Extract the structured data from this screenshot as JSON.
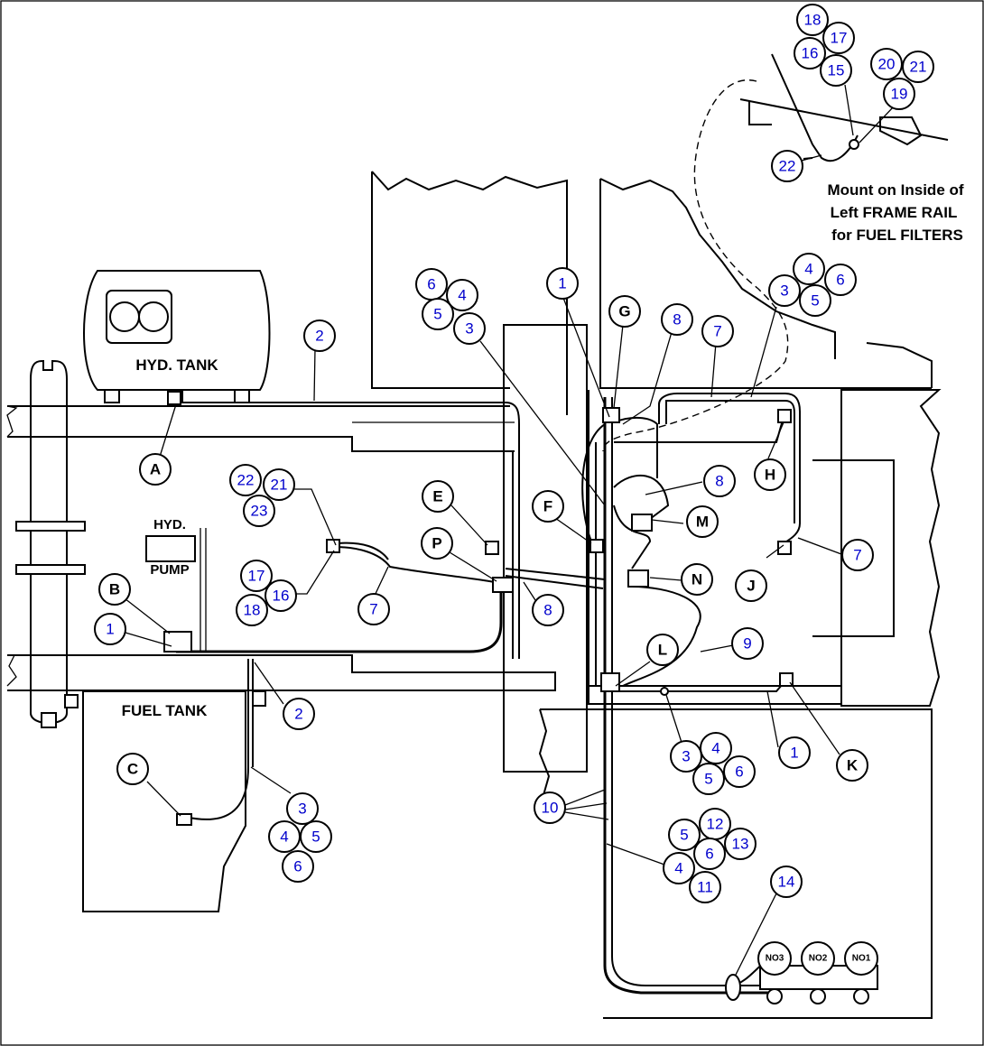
{
  "labels": {
    "hyd_tank": "HYD. TANK",
    "hyd": "HYD.",
    "pump": "PUMP",
    "fuel_tank": "FUEL TANK",
    "filter_no3": "NO3",
    "filter_no2": "NO2",
    "filter_no1": "NO1"
  },
  "note": {
    "line1": "Mount on Inside of",
    "line2": "Left FRAME RAIL",
    "line3": "for FUEL FILTERS"
  },
  "letter_callouts": [
    "A",
    "B",
    "C",
    "E",
    "P",
    "F",
    "G",
    "H",
    "M",
    "N",
    "J",
    "L",
    "K"
  ],
  "number_callouts": [
    "1",
    "2",
    "3",
    "4",
    "5",
    "6",
    "7",
    "8",
    "9",
    "10",
    "11",
    "12",
    "13",
    "14",
    "15",
    "16",
    "17",
    "18",
    "19",
    "20",
    "21",
    "22",
    "23"
  ]
}
